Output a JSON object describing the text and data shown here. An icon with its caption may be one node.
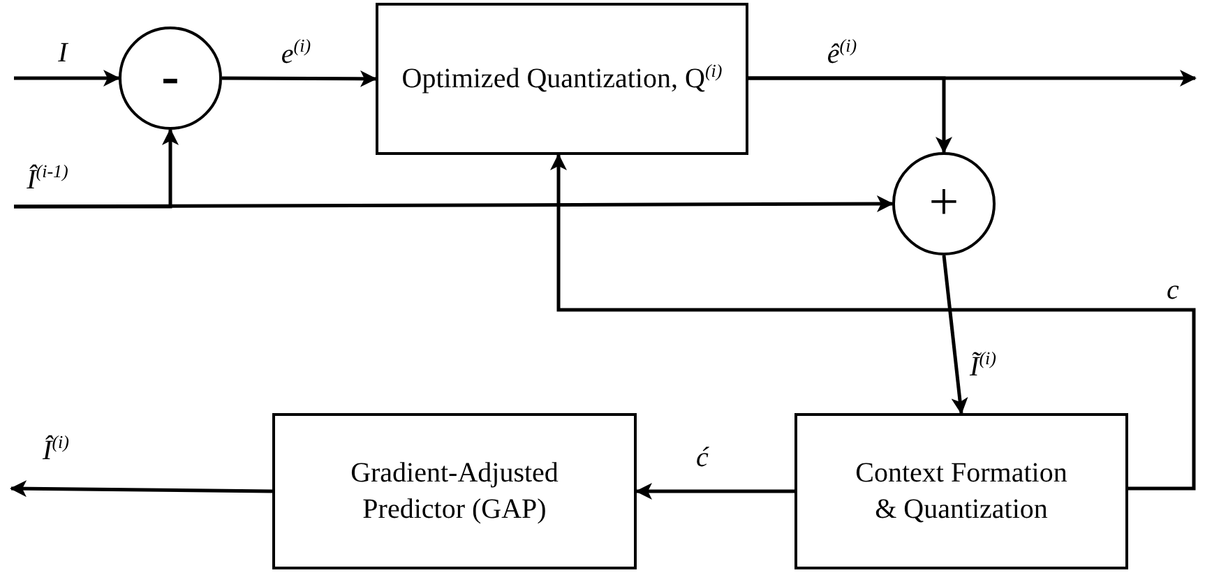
{
  "diagram": {
    "nodes": [
      {
        "text": [
          "-"
        ]
      },
      {
        "text": [
          "Optimized Quantization, Q$^{(i)}$"
        ]
      },
      {
        "text": [
          "+"
        ]
      },
      {
        "text": [
          "Context Formation & Quantization"
        ]
      },
      {
        "text": [
          "Gradient-Adjusted Predictor (GAP)"
        ]
      }
    ],
    "edges": [
      {
        "from": null,
        "to": 0,
        "arrow": "to",
        "label": "I"
      },
      {
        "from": 0,
        "to": 1,
        "arrow": "to",
        "label": "e$^{(i)}$"
      },
      {
        "from": 1,
        "to": null,
        "arrow": "to",
        "label": "ê$^{(i)}$"
      },
      {
        "from": 1,
        "to": 2,
        "arrow": "to"
      },
      {
        "from": null,
        "to": 0,
        "arrow": "to",
        "label": "Î$^{(i-1)}$"
      },
      {
        "from": null,
        "to": 2,
        "arrow": "to"
      },
      {
        "from": 2,
        "to": 3,
        "arrow": "to",
        "label": "Ĩ$^{(i)}$"
      },
      {
        "from": 3,
        "to": 1,
        "arrow": "to",
        "label": "c"
      },
      {
        "from": 3,
        "to": 4,
        "arrow": "to",
        "label": "ć"
      },
      {
        "from": 4,
        "to": null,
        "arrow": "to",
        "label": "Î$^{(i)}$"
      }
    ]
  }
}
